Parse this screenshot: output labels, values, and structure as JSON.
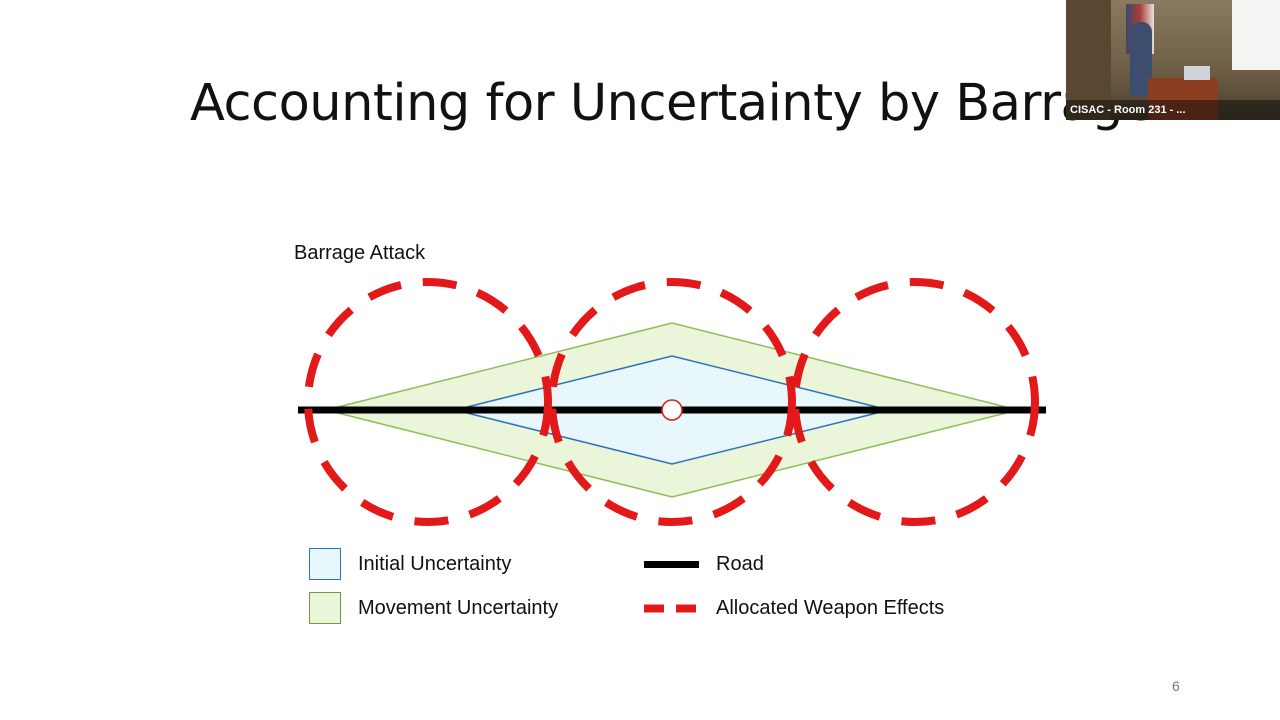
{
  "slide": {
    "title": "Accounting for Uncertainty by Barrage",
    "page_number": "6"
  },
  "diagram": {
    "label": "Barrage Attack",
    "colors": {
      "initial_fill": "#e8f7fc",
      "initial_stroke": "#2e75b6",
      "movement_fill": "#ebf5d9",
      "movement_stroke": "#8cbf5a",
      "road": "#000000",
      "weapon_effects": "#e31818"
    },
    "legend": {
      "initial_uncertainty": "Initial Uncertainty",
      "movement_uncertainty": "Movement Uncertainty",
      "road": "Road",
      "allocated_weapon_effects": "Allocated Weapon Effects"
    },
    "weapon_effect_count": 3
  },
  "video_inset": {
    "caption": "CISAC - Room 231 - ..."
  }
}
